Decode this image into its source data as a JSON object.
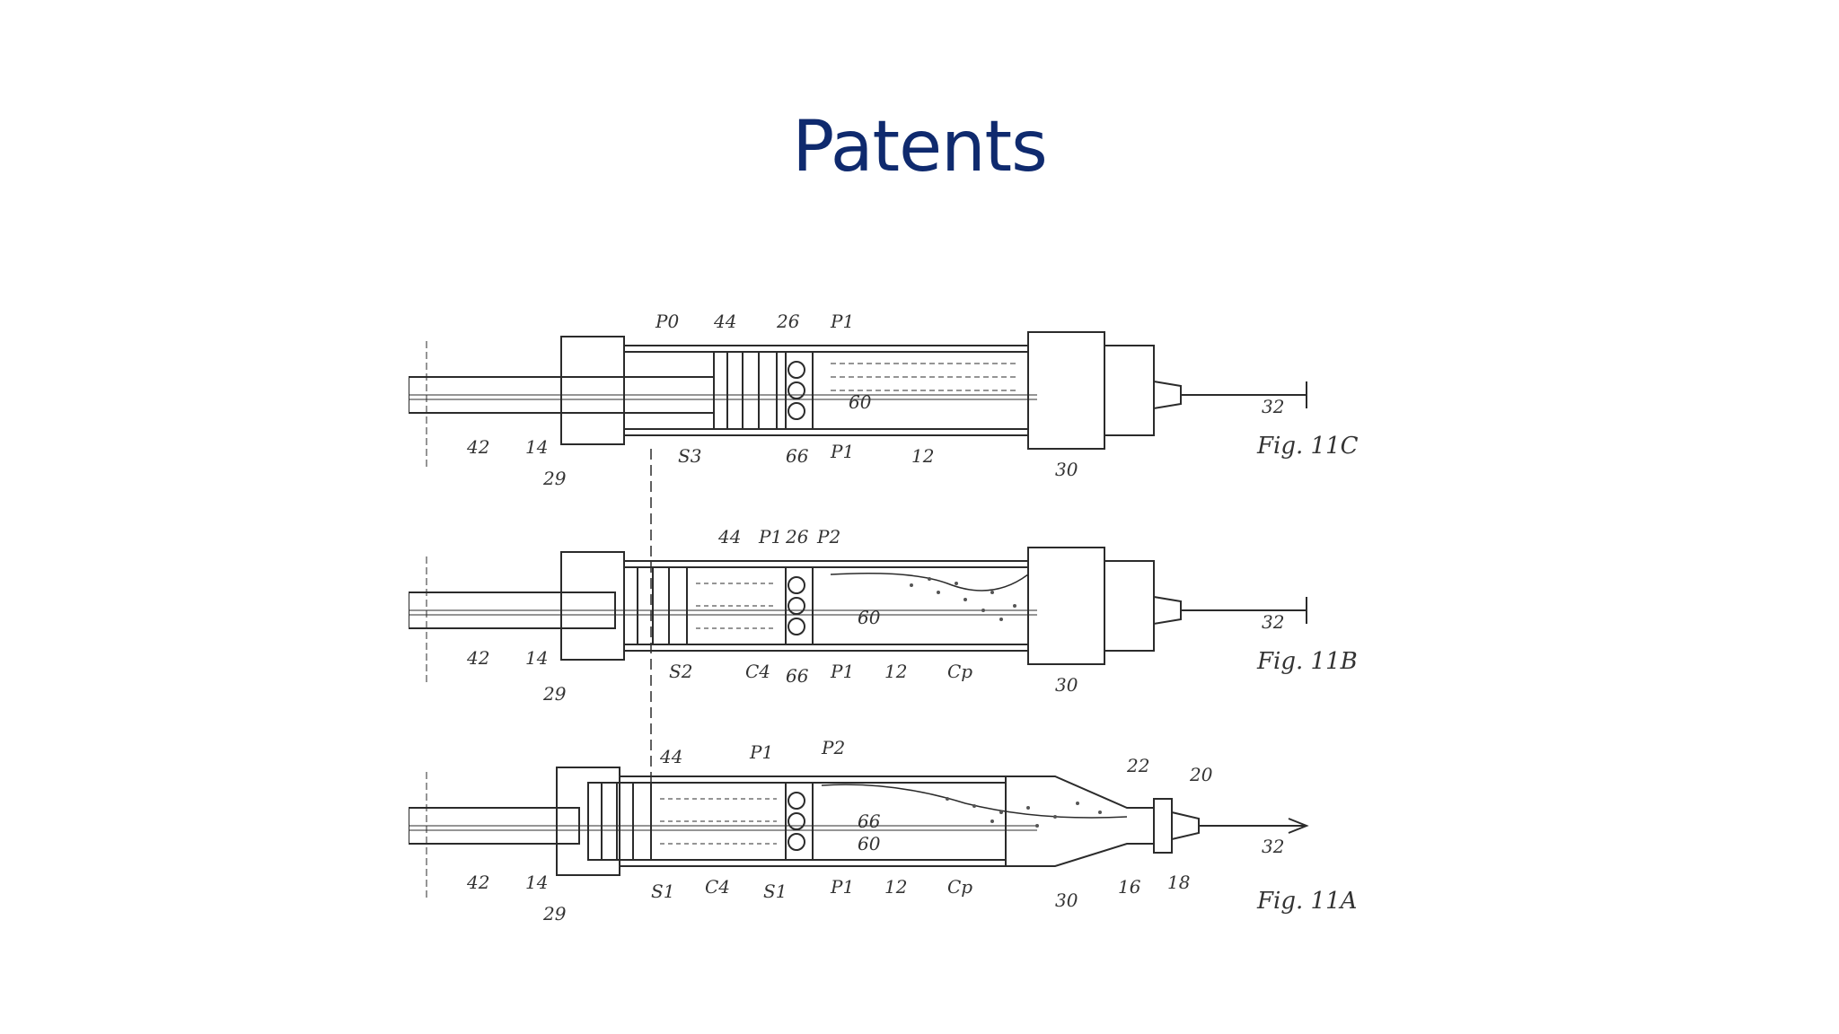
{
  "slide": {
    "title": "Patents"
  },
  "figure": {
    "drawings": [
      {
        "figure_label": "Fig. 11C",
        "reference_numerals": [
          "42",
          "14",
          "29",
          "P0",
          "44",
          "26",
          "P1",
          "60",
          "66",
          "P1",
          "S3",
          "12",
          "30",
          "32"
        ]
      },
      {
        "figure_label": "Fig. 11B",
        "reference_numerals": [
          "42",
          "14",
          "29",
          "44",
          "P1",
          "26",
          "P2",
          "60",
          "S2",
          "C4",
          "66",
          "P1",
          "12",
          "Cp",
          "30",
          "32"
        ]
      },
      {
        "figure_label": "Fig. 11A",
        "reference_numerals": [
          "42",
          "14",
          "29",
          "44",
          "P1",
          "P2",
          "66",
          "60",
          "S1",
          "C4",
          "S1",
          "P1",
          "12",
          "Cp",
          "30",
          "16",
          "18",
          "22",
          "20",
          "32"
        ]
      }
    ]
  }
}
